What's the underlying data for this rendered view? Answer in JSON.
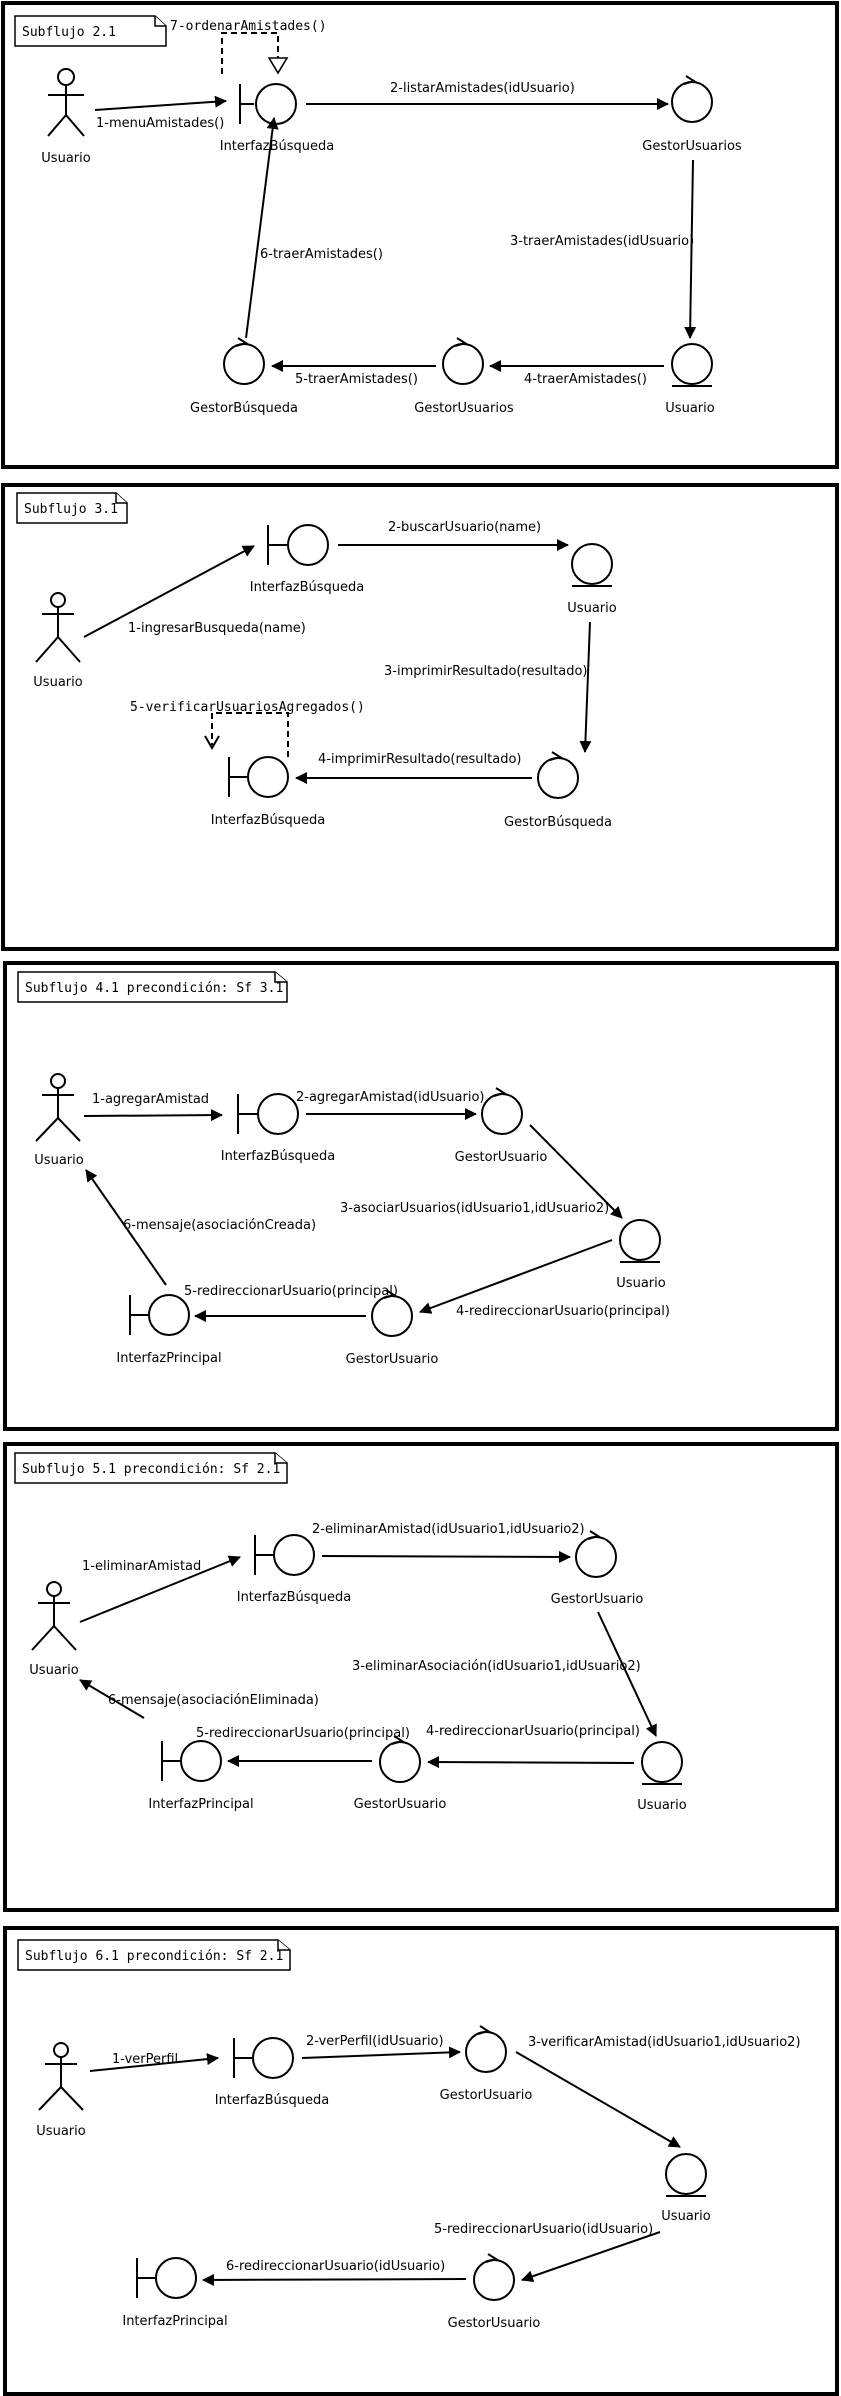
{
  "diagrams": [
    {
      "tag": "Subflujo 2.1",
      "labels": {
        "actor": "Usuario",
        "boundary": "InterfazBúsqueda",
        "control_top": "GestorUsuarios",
        "entity": "Usuario",
        "control_mid": "GestorUsuarios",
        "control_left": "GestorBúsqueda"
      },
      "messages": [
        "1-menuAmistades()",
        "2-listarAmistades(idUsuario)",
        "3-traerAmistades(idUsuario)",
        "4-traerAmistades()",
        "5-traerAmistades()",
        "6-traerAmistades()",
        "7-ordenarAmistades()"
      ]
    },
    {
      "tag": "Subflujo 3.1",
      "labels": {
        "actor": "Usuario",
        "boundary_top": "InterfazBúsqueda",
        "entity": "Usuario",
        "control": "GestorBúsqueda",
        "boundary_bottom": "InterfazBúsqueda"
      },
      "messages": [
        "1-ingresarBusqueda(name)",
        "2-buscarUsuario(name)",
        "3-imprimirResultado(resultado)",
        "4-imprimirResultado(resultado)",
        "5-verificarUsuariosAgregados()"
      ]
    },
    {
      "tag": "Subflujo 4.1 precondición: Sf 3.1",
      "labels": {
        "actor": "Usuario",
        "boundary": "InterfazBúsqueda",
        "control_top": "GestorUsuario",
        "entity": "Usuario",
        "control_bottom": "GestorUsuario",
        "boundary_principal": "InterfazPrincipal"
      },
      "messages": [
        "1-agregarAmistad",
        "2-agregarAmistad(idUsuario)",
        "3-asociarUsuarios(idUsuario1,idUsuario2)",
        "4-redireccionarUsuario(principal)",
        "5-redireccionarUsuario(principal)",
        "6-mensaje(asociaciónCreada)"
      ]
    },
    {
      "tag": "Subflujo 5.1 precondición: Sf 2.1",
      "labels": {
        "actor": "Usuario",
        "boundary": "InterfazBúsqueda",
        "control_top": "GestorUsuario",
        "entity": "Usuario",
        "control_bottom": "GestorUsuario",
        "boundary_principal": "InterfazPrincipal"
      },
      "messages": [
        "1-eliminarAmistad",
        "2-eliminarAmistad(idUsuario1,idUsuario2)",
        "3-eliminarAsociación(idUsuario1,idUsuario2)",
        "4-redireccionarUsuario(principal)",
        "5-redireccionarUsuario(principal)",
        "6-mensaje(asociaciónEliminada)"
      ]
    },
    {
      "tag": "Subflujo 6.1 precondición: Sf 2.1",
      "labels": {
        "actor": "Usuario",
        "boundary": "InterfazBúsqueda",
        "control_top": "GestorUsuario",
        "entity": "Usuario",
        "control_bottom": "GestorUsuario",
        "boundary_principal": "InterfazPrincipal"
      },
      "messages": [
        "1-verPerfil",
        "2-verPerfil(idUsuario)",
        "3-verificarAmistad(idUsuario1,idUsuario2)",
        "5-redireccionarUsuario(idUsuario)",
        "6-redireccionarUsuario(idUsuario)"
      ]
    }
  ]
}
